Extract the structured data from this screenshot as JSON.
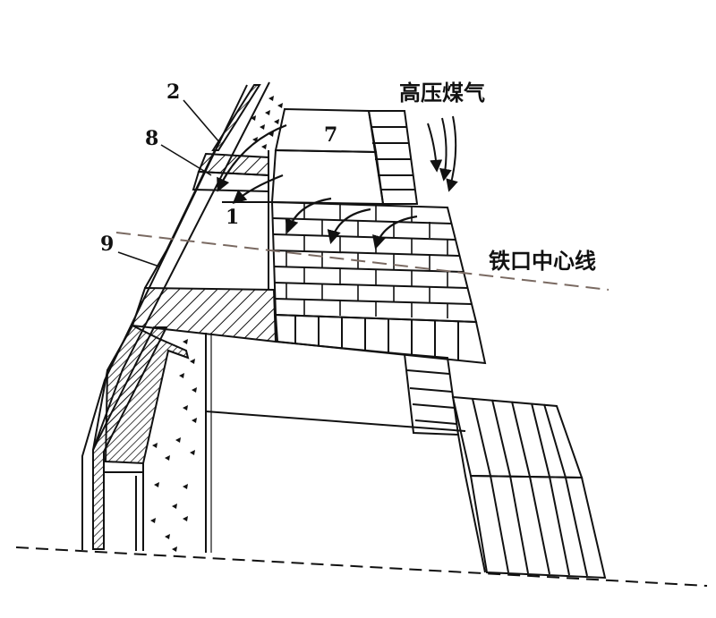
{
  "labels": {
    "n1": "1",
    "n2": "2",
    "n7": "7",
    "n8": "8",
    "n9": "9",
    "gas": "高压煤气",
    "taphole_centerline": "铁口中心线"
  },
  "colors": {
    "line": "#111111",
    "dashed": "#7a6a62",
    "background": "#ffffff"
  }
}
